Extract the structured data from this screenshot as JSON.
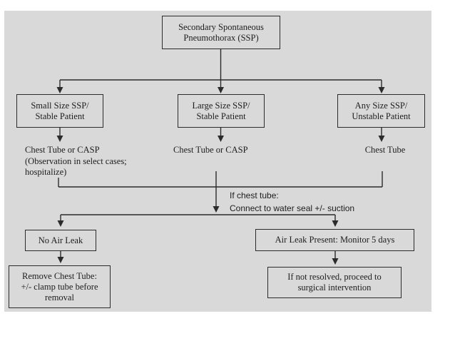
{
  "theme": {
    "page_bg": "#ffffff",
    "canvas_bg": "#d9d9d9",
    "line": "#2b2b2b",
    "text": "#1d1d1d"
  },
  "flowchart": {
    "root": "Secondary Spontaneous\nPneumothorax (SSP)",
    "branch_small": "Small Size SSP/\nStable Patient",
    "branch_large": "Large Size SSP/\nStable Patient",
    "branch_any": "Any Size SSP/\nUnstable Patient",
    "action_small": "Chest Tube or CASP\n(Observation in select cases;\nhospitalize)",
    "action_large": "Chest Tube or CASP",
    "action_any": "Chest Tube",
    "note": "If chest tube:\nConnect to water seal +/- suction",
    "outcome_no_leak": "No Air Leak",
    "outcome_leak": "Air Leak Present: Monitor 5 days",
    "final_no_leak": "Remove Chest Tube:\n+/- clamp tube before\nremoval",
    "final_leak": "If not resolved, proceed to\nsurgical intervention"
  }
}
